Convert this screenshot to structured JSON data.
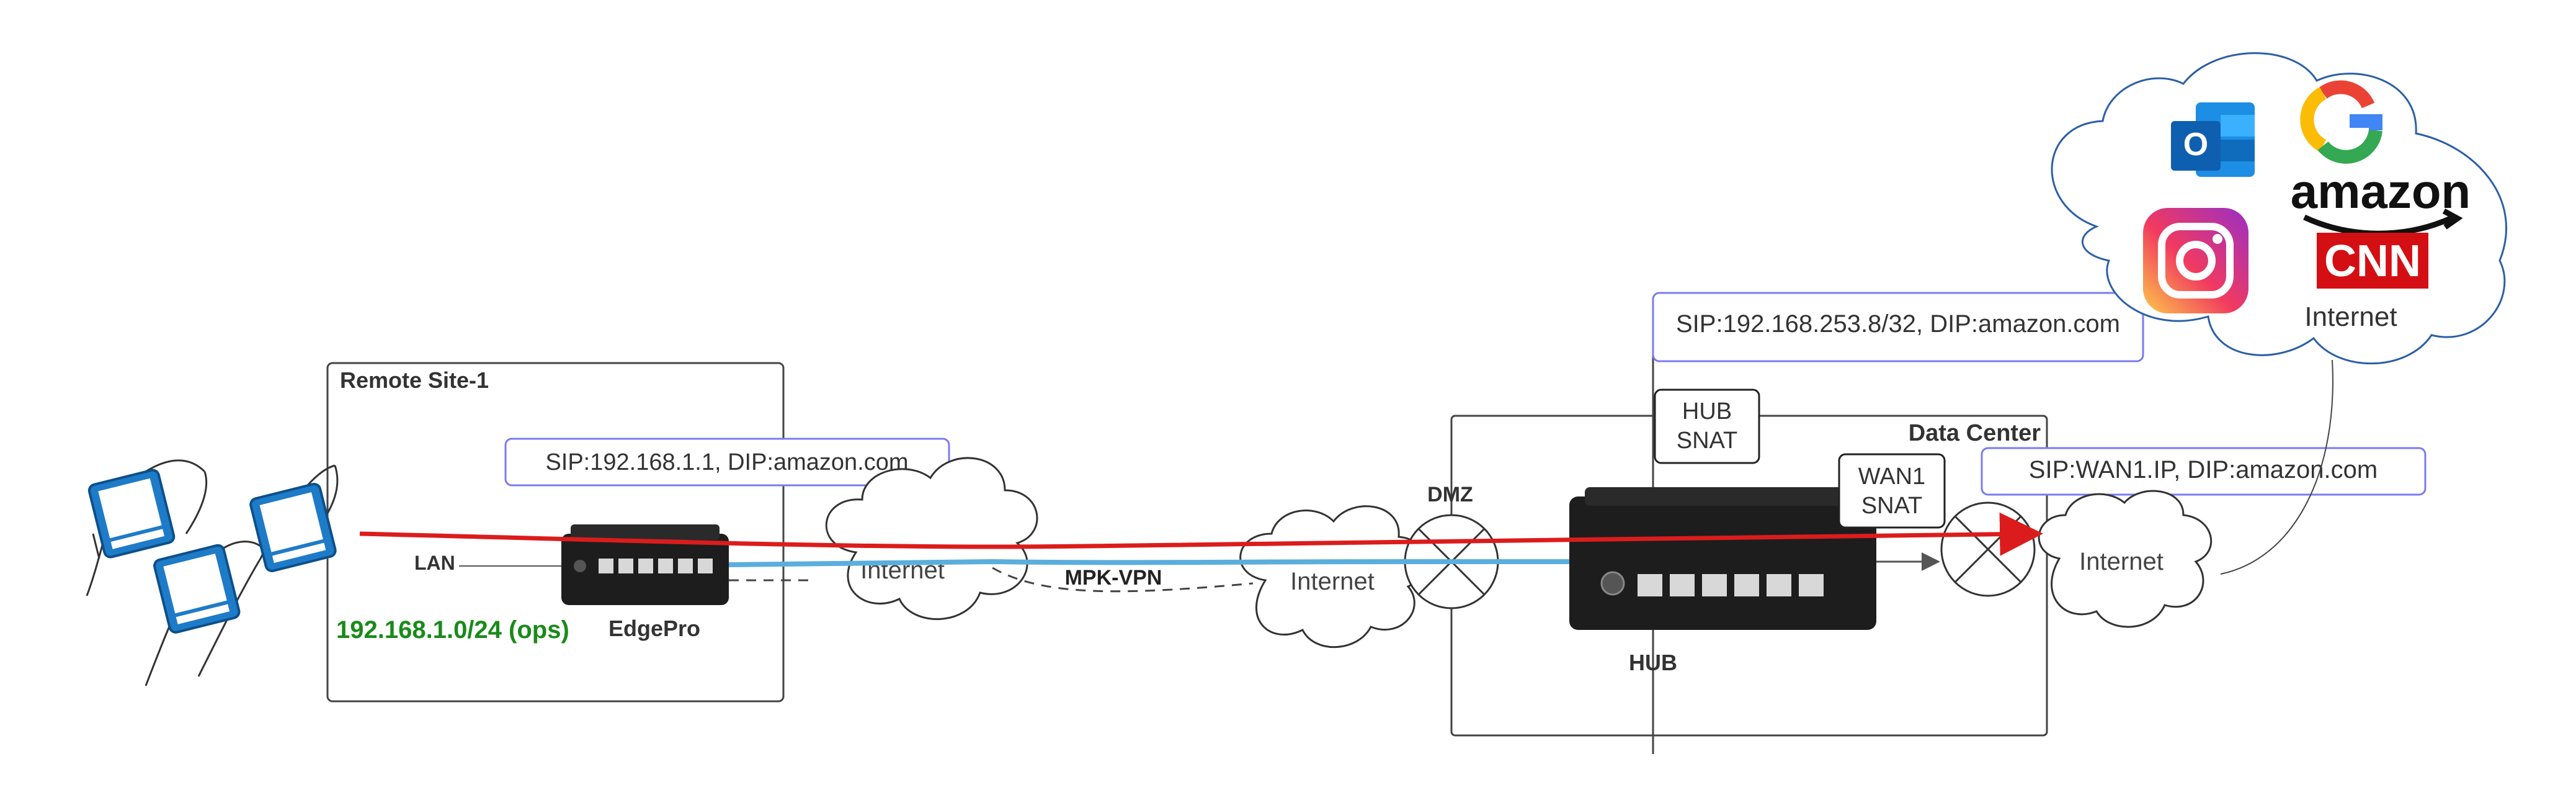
{
  "remote_site": {
    "title": "Remote Site-1",
    "sip_label": "SIP:192.168.1.1, DIP:amazon.com",
    "lan_label": "LAN",
    "subnet_label": "192.168.1.0/24 (ops)",
    "device_label": "EdgePro"
  },
  "internet_cloud_1": {
    "label": "Internet"
  },
  "vpn": {
    "label": "MPK-VPN"
  },
  "internet_cloud_2": {
    "label": "Internet"
  },
  "dmz": {
    "label": "DMZ"
  },
  "data_center": {
    "title": "Data Center",
    "hub_label": "HUB",
    "hub_snat_label": [
      "HUB",
      "SNAT"
    ],
    "wan1_snat_label": [
      "WAN1",
      "SNAT"
    ],
    "sip_hub_label": "SIP:192.168.253.8/32, DIP:amazon.com",
    "sip_wan1_label": "SIP:WAN1.IP, DIP:amazon.com"
  },
  "internet_cloud_3": {
    "label": "Internet"
  },
  "internet_services": {
    "label": "Internet",
    "logos": [
      "outlook-logo",
      "google-logo",
      "amazon-logo",
      "instagram-logo",
      "cnn-logo"
    ],
    "logo_text": {
      "outlook": "O",
      "amazon": "amazon",
      "cnn": "CNN"
    }
  },
  "colors": {
    "traffic_arrow": "#dc1c1c",
    "vpn_link": "#5aaedc",
    "label_box_border": "#7b7bf0",
    "subnet_text": "#1a8a1a",
    "cloud_border": "#2c5fa6"
  }
}
